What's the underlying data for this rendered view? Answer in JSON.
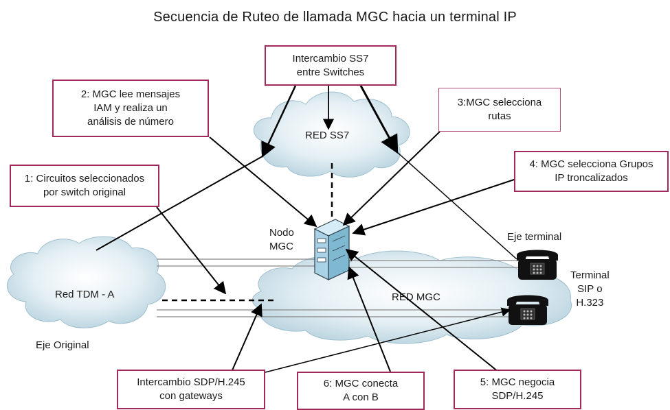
{
  "title": "Secuencia de Ruteo de llamada MGC  hacia un terminal IP",
  "steps": {
    "s1": "1: Circuitos seleccionados\npor switch original",
    "s2": "2: MGC lee mensajes\nIAM y realiza un\nanálisis de número",
    "s3": "3:MGC selecciona\nrutas",
    "s4": "4: MGC selecciona Grupos\nIP troncalizados",
    "s5": "5: MGC negocia\nSDP/H.245",
    "s6": "6: MGC conecta\nA con B",
    "ss7x": "Intercambio SS7\nentre Switches",
    "sdpx": "Intercambio SDP/H.245\ncon gateways"
  },
  "labels": {
    "red_ss7": "RED SS7",
    "red_tdm": "Red TDM - A",
    "red_mgc": "RED MGC",
    "nodo": "Nodo\nMGC",
    "eje_terminal": "Eje terminal",
    "terminal": "Terminal\nSIP o\nH.323",
    "eje_original": "Eje Original"
  },
  "colors": {
    "box_border": "#a0285a",
    "cloud_fill": "#cfe3ec",
    "server_fill": "#a9d2e6"
  }
}
